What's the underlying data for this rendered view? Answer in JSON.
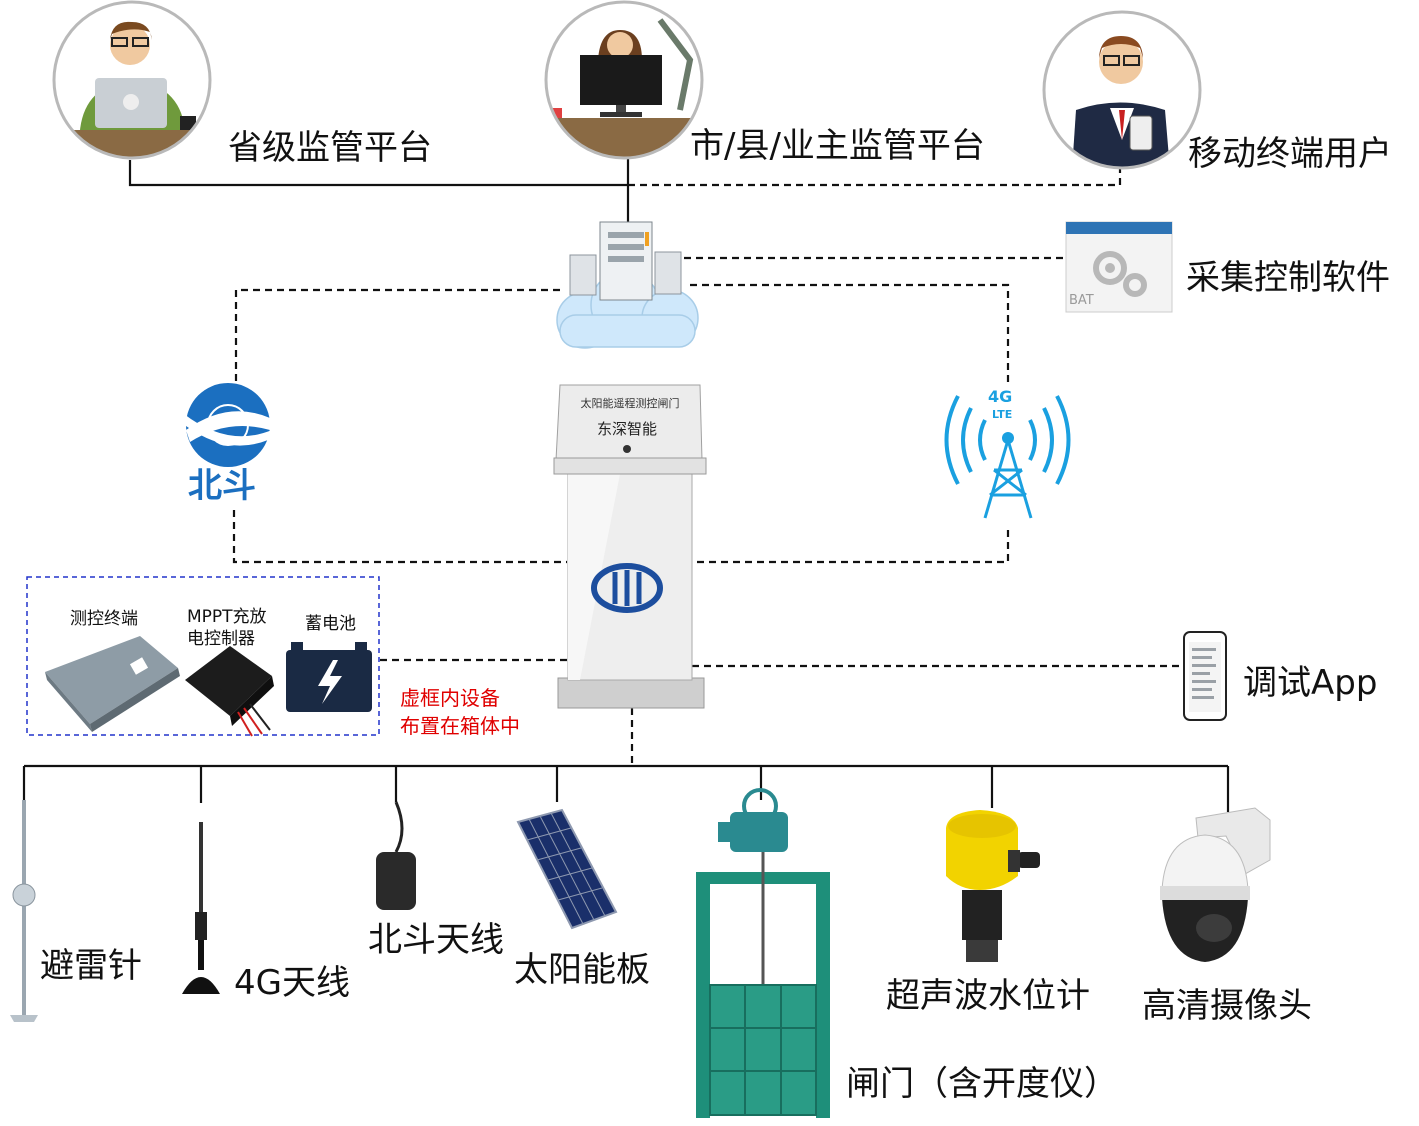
{
  "users": {
    "provincial": "省级监管平台",
    "city": "市/县/业主监管平台",
    "mobile": "移动终端用户"
  },
  "software": {
    "label": "采集控制软件",
    "window_text": "BAT"
  },
  "cabinet": {
    "top_text": "太阳能遥程测控闸门",
    "brand": "东深智能"
  },
  "network": {
    "beidou_logo_text": "北斗",
    "tower_badge_top": "4G",
    "tower_badge_bottom": "LTE"
  },
  "box_devices": {
    "terminal": "测控终端",
    "mppt_line1": "MPPT充放",
    "mppt_line2": "电控制器",
    "battery": "蓄电池",
    "note_line1": "虚框内设备",
    "note_line2": "布置在箱体中"
  },
  "debug_app": "调试App",
  "field_devices": {
    "lightning_rod": "避雷针",
    "antenna_4g": "4G天线",
    "antenna_beidou": "北斗天线",
    "solar_panel": "太阳能板",
    "gate": "闸门（含开度仪）",
    "level_meter": "超声波水位计",
    "camera": "高清摄像头"
  },
  "colors": {
    "line": "#111111",
    "note_red": "#e00000",
    "dashed_box": "#2233cc",
    "beidou_blue": "#1b6fc0",
    "tower_blue": "#1aa0e0",
    "gate_teal": "#1e8f7a",
    "sensor_yellow": "#f2d300"
  }
}
